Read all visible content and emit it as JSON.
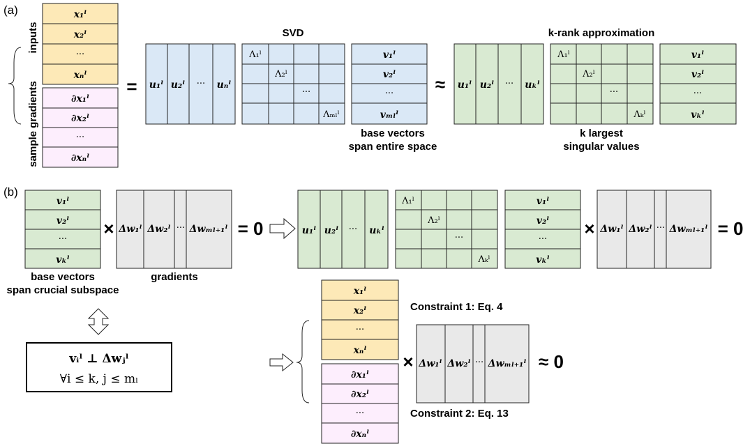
{
  "panel_a": {
    "label": "(a)",
    "inputs_label": "inputs",
    "sample_gradients_label": "sample gradients",
    "inputs_rows": [
      "x₁ˡ",
      "x₂ˡ",
      "···",
      "xₙˡ"
    ],
    "grad_rows": [
      "∂x₁ˡ",
      "∂x₂ˡ",
      "···",
      "∂xₙˡ"
    ],
    "equals": "=",
    "approx": "≈",
    "svd_title": "SVD",
    "krank_title": "k-rank approximation",
    "u_cols": [
      "u₁ˡ",
      "u₂ˡ",
      "···",
      "uₙˡ"
    ],
    "lambda_diag": [
      "Λ₁ˡ",
      "Λ₂ˡ",
      "···",
      "Λₘₗˡ"
    ],
    "v_rows": [
      "v₁ˡ",
      "v₂ˡ",
      "···",
      "vₘₗˡ"
    ],
    "base_vectors_line1": "base vectors",
    "base_vectors_line2": "span entire space",
    "uk_cols": [
      "u₁ˡ",
      "u₂ˡ",
      "···",
      "uₖˡ"
    ],
    "lambdak_diag": [
      "Λ₁ˡ",
      "Λ₂ˡ",
      "···",
      "Λₖˡ"
    ],
    "vk_rows": [
      "v₁ˡ",
      "v₂ˡ",
      "···",
      "vₖˡ"
    ],
    "k_largest_line1": "k largest",
    "k_largest_line2": "singular values"
  },
  "panel_b": {
    "label": "(b)",
    "vk_rows": [
      "v₁ˡ",
      "v₂ˡ",
      "···",
      "vₖˡ"
    ],
    "times": "×",
    "dw_cols": [
      "Δw₁ˡ",
      "Δw₂ˡ",
      "···",
      "Δwₘₗ₊₁ˡ"
    ],
    "equals_zero": "= 0",
    "approx_zero": "≈ 0",
    "base_vectors_line1": "base vectors",
    "base_vectors_line2": "span crucial subspace",
    "gradients_label": "gradients",
    "orth_line1": "vᵢˡ ⊥ Δwⱼˡ",
    "orth_line2": "∀i ≤ k, j ≤ mₗ",
    "uk_cols": [
      "u₁ˡ",
      "u₂ˡ",
      "···",
      "uₖˡ"
    ],
    "lambdak_diag": [
      "Λ₁ˡ",
      "Λ₂ˡ",
      "···",
      "Λₖˡ"
    ],
    "inputs_rows": [
      "x₁ˡ",
      "x₂ˡ",
      "···",
      "xₙˡ"
    ],
    "grad_rows": [
      "∂x₁ˡ",
      "∂x₂ˡ",
      "···",
      "∂xₙˡ"
    ],
    "constraint1": "Constraint 1: Eq. 4",
    "constraint2": "Constraint 2: Eq. 13"
  },
  "colors": {
    "yellow": "#fde9b7",
    "pink": "#fdeefd",
    "blue": "#dae8f6",
    "green": "#d9ead2",
    "gray": "#e9e9e9"
  }
}
